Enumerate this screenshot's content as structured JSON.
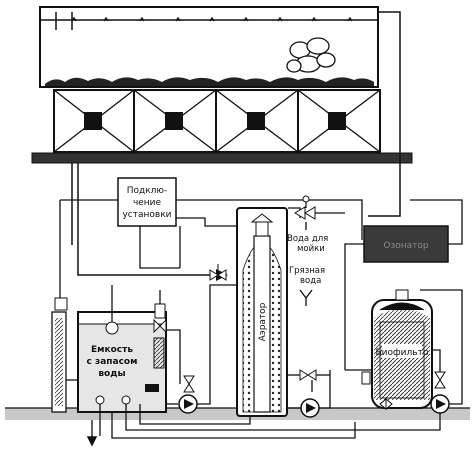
{
  "labels": {
    "connection_unit_line1": "Подклю-",
    "connection_unit_line2": "чение",
    "connection_unit_line3": "установки",
    "wash_water_line1": "Вода для",
    "wash_water_line2": "мойки",
    "dirty_water_line1": "Грязная",
    "dirty_water_line2": "вода",
    "ozonator": "Озонатор",
    "aerator": "Аэратор",
    "biofilter": "Биофильтр",
    "reserve_tank_line1": "Емкость",
    "reserve_tank_line2": "с запасом",
    "reserve_tank_line3": "воды"
  },
  "colors": {
    "ink": "#111111",
    "ozonator_fill": "#3a3a3a",
    "floor": "#c8c8c8",
    "water": "#e6e6e6"
  }
}
